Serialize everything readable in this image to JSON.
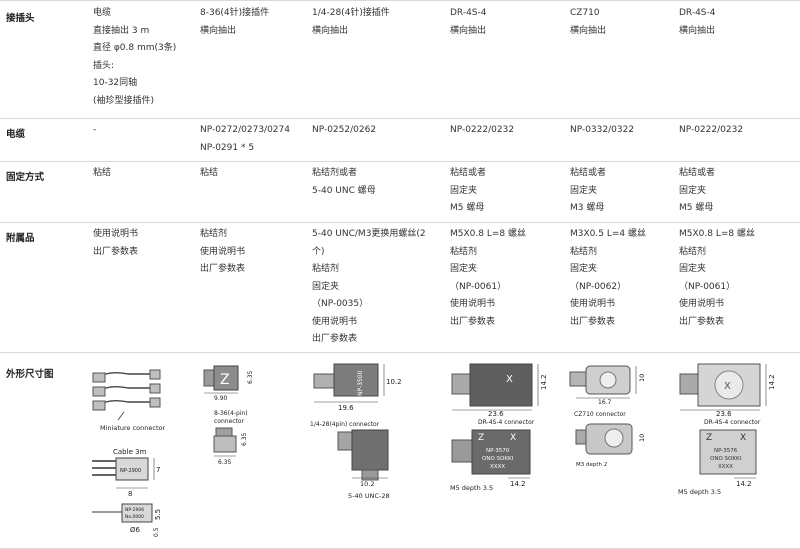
{
  "rows": [
    {
      "header": "接插头",
      "cells": [
        [
          "电缆",
          "直接抽出 3 m",
          "直径 φ0.8 mm(3条)",
          "插头:",
          "10-32同轴",
          "(袖珍型接插件)"
        ],
        [
          "8-36(4针)接插件",
          "横向抽出"
        ],
        [
          "1/4-28(4针)接插件",
          "横向抽出"
        ],
        [
          "DR-4S-4",
          "横向抽出"
        ],
        [
          "CZ710",
          "横向抽出"
        ],
        [
          "DR-4S-4",
          "横向抽出"
        ]
      ]
    },
    {
      "header": "电缆",
      "cells": [
        [
          "-"
        ],
        [
          "NP-0272/0273/0274",
          "NP-0291 * 5"
        ],
        [
          "NP-0252/0262"
        ],
        [
          "NP-0222/0232"
        ],
        [
          "NP-0332/0322"
        ],
        [
          "NP-0222/0232"
        ]
      ]
    },
    {
      "header": "固定方式",
      "cells": [
        [
          "粘结"
        ],
        [
          "粘结"
        ],
        [
          "粘结剂或者",
          "5-40 UNC 螺母"
        ],
        [
          "粘结或者",
          "固定夹",
          "M5 螺母"
        ],
        [
          "粘结或者",
          "固定夹",
          "M3 螺母"
        ],
        [
          "粘结或者",
          "固定夹",
          "M5 螺母"
        ]
      ]
    },
    {
      "header": "附属品",
      "cells": [
        [
          "使用说明书",
          "出厂参数表"
        ],
        [
          "粘结剂",
          "使用说明书",
          "出厂参数表"
        ],
        [
          "5-40 UNC/M3更换用螺丝(2",
          "个)",
          "粘结剂",
          "固定夹",
          "（NP-0035）",
          "使用说明书",
          "出厂参数表"
        ],
        [
          "M5X0.8 L=8 螺丝",
          "粘结剂",
          "固定夹",
          "（NP-0061）",
          "使用说明书",
          "出厂参数表"
        ],
        [
          "M3X0.5 L=4 螺丝",
          "粘结剂",
          "固定夹",
          "（NP-0062）",
          "使用说明书",
          "出厂参数表"
        ],
        [
          "M5X0.8 L=8 螺丝",
          "粘结剂",
          "固定夹",
          "（NP-0061）",
          "使用说明书",
          "出厂参数表"
        ]
      ]
    },
    {
      "header": "外形尺寸图",
      "cells": []
    }
  ],
  "drawings": {
    "col1": {
      "connector": "Miniature connector",
      "cable": "Cable 3m",
      "dim_h": "7",
      "dim_w": "8",
      "dim_h2": "5.5",
      "dim_d": "Ø6",
      "dim_s": "0.5",
      "body": "NP-2900"
    },
    "col2": {
      "w": "9.90",
      "h": "6.35",
      "conn": "8-36(4-pin)",
      "conn2": "connector",
      "h2": "6.35",
      "w2": "6.35"
    },
    "col3": {
      "h": "10.2",
      "w": "19.6",
      "conn": "1/4-28(4pin) connector",
      "w2": "10.2",
      "thread": "5-40 UNC-28",
      "text": "NP-3500"
    },
    "col4": {
      "h": "14.2",
      "w": "23.6",
      "conn": "DR-4S-4 connector",
      "text1": "NP-3570",
      "text2": "ONO SOKKI",
      "text3": "XXXX",
      "depth": "M5 depth 3.5",
      "w2": "14.2"
    },
    "col5": {
      "h": "10",
      "w": "16.7",
      "conn": "CZ710 connector",
      "h2": "10",
      "depth": "M3 depth 2"
    },
    "col6": {
      "h": "14.2",
      "w": "23.6",
      "conn": "DR-4S-4 connector",
      "text1": "NP-3576",
      "text2": "ONO SOKKI",
      "text3": "XXXX",
      "depth": "M5 depth 3.5",
      "w2": "14.2"
    }
  }
}
